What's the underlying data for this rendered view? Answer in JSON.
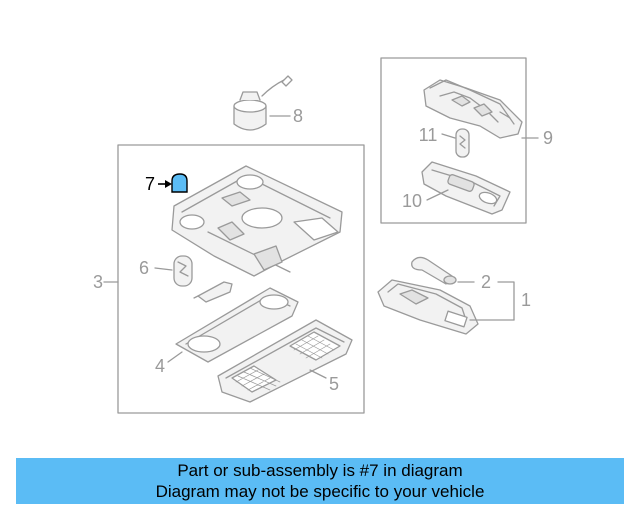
{
  "colors": {
    "line": "#9a9a9a",
    "part_fill": "#f2f2f2",
    "shade": "#e2e2e2",
    "label": "#9a9a9a",
    "highlight_fill": "#5bbcf5",
    "highlight_label": "#000000",
    "banner_bg": "#5bbcf5",
    "banner_text": "#000000"
  },
  "callouts": {
    "c1": "1",
    "c2": "2",
    "c3": "3",
    "c4": "4",
    "c5": "5",
    "c6": "6",
    "c7": "7",
    "c8": "8",
    "c9": "9",
    "c10": "10",
    "c11": "11"
  },
  "banner": {
    "line1": "Part or sub-assembly is #7 in diagram",
    "line2": "Diagram may not be specific to your vehicle"
  }
}
